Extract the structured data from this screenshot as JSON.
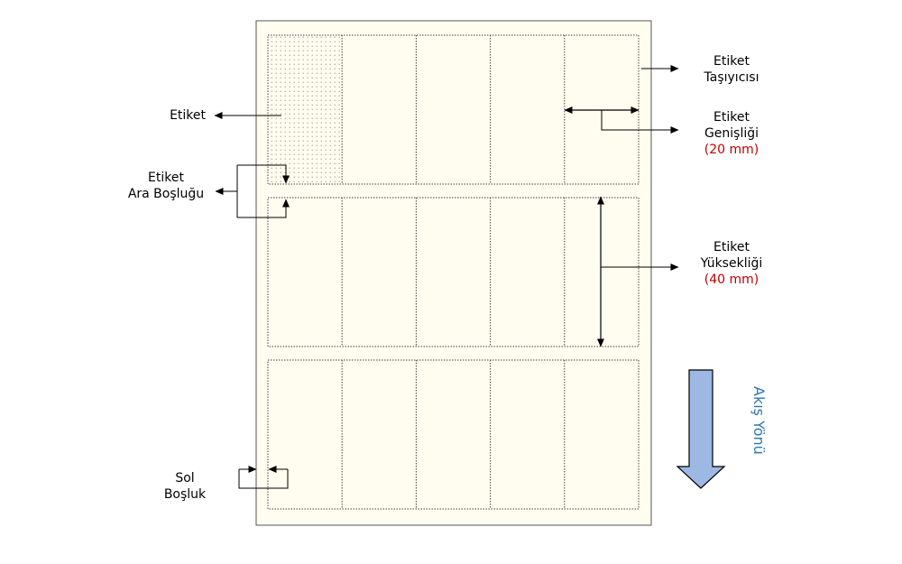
{
  "labels": {
    "etiket": "Etiket",
    "carrier_line1": "Etiket",
    "carrier_line2": "Taşıyıcısı",
    "gap_line1": "Etiket",
    "gap_line2": "Ara Boşluğu",
    "width_line1": "Etiket",
    "width_line2": "Genişliği",
    "width_value": "(20 mm)",
    "height_line1": "Etiket",
    "height_line2": "Yüksekliği",
    "height_value": "(40 mm)",
    "left_line1": "Sol",
    "left_line2": "Boşluk",
    "flow": "Akış Yönü"
  },
  "colors": {
    "carrier_fill": "#fffdf0",
    "border": "#555555",
    "dotted": "#444444",
    "flow_arrow_fill": "#9db8e3",
    "flow_arrow_stroke": "#000000",
    "flow_text": "#2f75b5",
    "value_text": "#c00000"
  },
  "grid": {
    "rows": 3,
    "columns": 5,
    "highlighted_label": [
      0,
      0
    ]
  }
}
